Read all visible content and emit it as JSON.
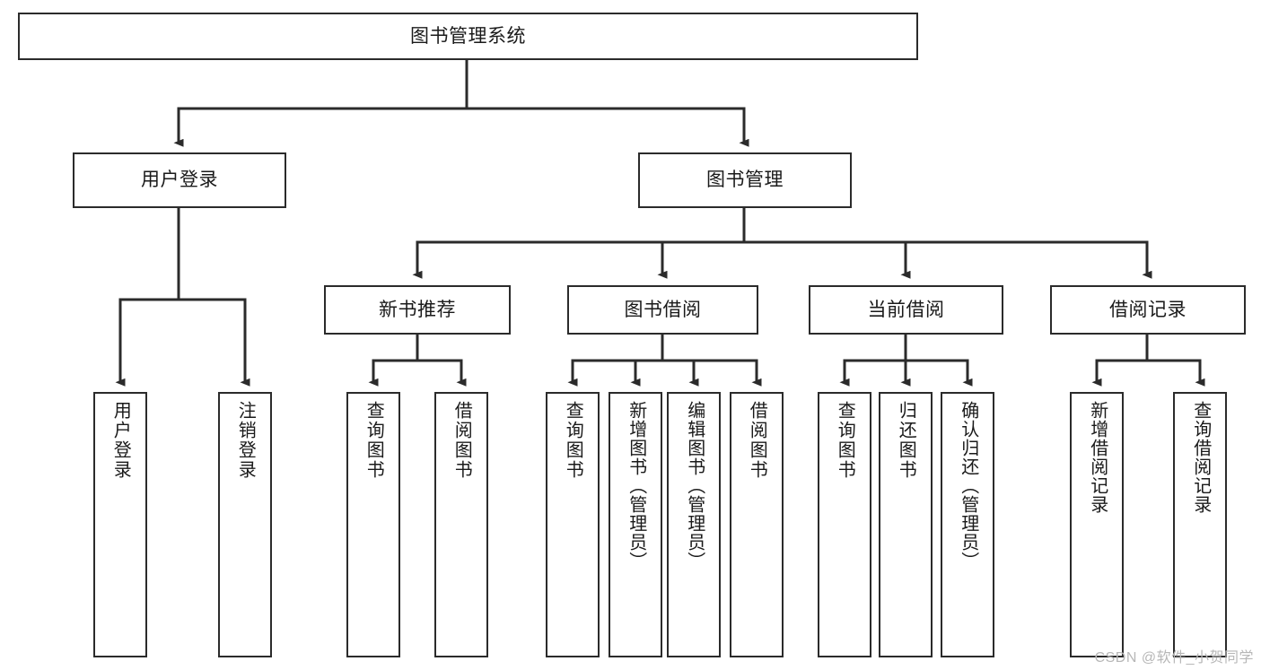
{
  "diagram": {
    "title": "图书管理系统",
    "type": "hierarchy-tree",
    "root": {
      "id": "root",
      "label": "图书管理系统"
    },
    "level2": [
      {
        "id": "user-login",
        "label": "用户登录"
      },
      {
        "id": "book-manage",
        "label": "图书管理"
      }
    ],
    "level3": [
      {
        "id": "new-book-rec",
        "label": "新书推荐"
      },
      {
        "id": "book-borrow",
        "label": "图书借阅"
      },
      {
        "id": "current-borrow",
        "label": "当前借阅"
      },
      {
        "id": "borrow-record",
        "label": "借阅记录"
      }
    ],
    "leaves": {
      "user_login": [
        {
          "id": "leaf-user-login",
          "label": "用户登录"
        },
        {
          "id": "leaf-logout",
          "label": "注销登录"
        }
      ],
      "new_book_rec": [
        {
          "id": "leaf-query-book-1",
          "label": "查询图书"
        },
        {
          "id": "leaf-borrow-book-1",
          "label": "借阅图书"
        }
      ],
      "book_borrow": [
        {
          "id": "leaf-query-book-2",
          "label": "查询图书"
        },
        {
          "id": "leaf-add-book",
          "label": "新增图书（管理员）"
        },
        {
          "id": "leaf-edit-book",
          "label": "编辑图书（管理员）"
        },
        {
          "id": "leaf-borrow-book-2",
          "label": "借阅图书"
        }
      ],
      "current_borrow": [
        {
          "id": "leaf-query-book-3",
          "label": "查询图书"
        },
        {
          "id": "leaf-return-book",
          "label": "归还图书"
        },
        {
          "id": "leaf-confirm-return",
          "label": "确认归还（管理员）"
        }
      ],
      "borrow_record": [
        {
          "id": "leaf-add-record",
          "label": "新增借阅记录"
        },
        {
          "id": "leaf-query-record",
          "label": "查询借阅记录"
        }
      ]
    },
    "colors": {
      "stroke": "#2b2b2b",
      "fill": "#ffffff",
      "text": "#1a1a1a",
      "watermark": "#b7b7b7"
    }
  },
  "watermark": {
    "text": "CSDN @软件_小贺同学"
  }
}
